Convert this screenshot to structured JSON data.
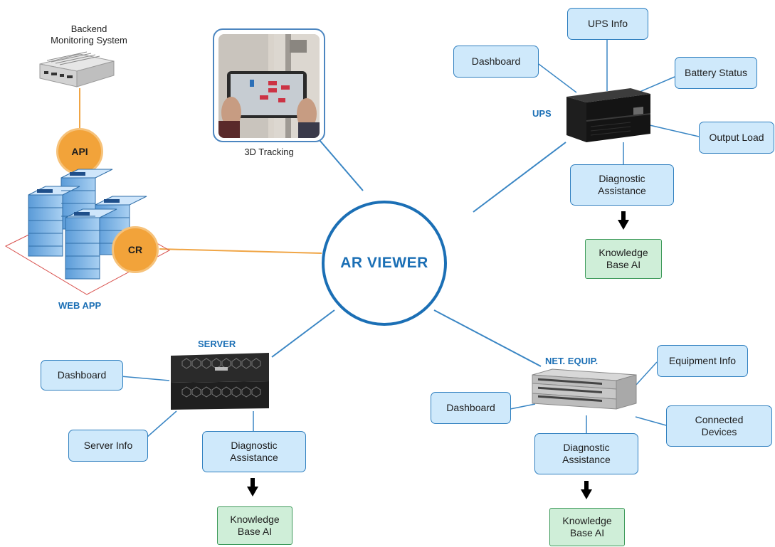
{
  "hub": {
    "label": "AR VIEWER"
  },
  "backend": {
    "label_line1": "Backend",
    "label_line2": "Monitoring System"
  },
  "api": {
    "label": "API"
  },
  "cr": {
    "label": "CR"
  },
  "webapp": {
    "label": "WEB APP"
  },
  "tracking": {
    "label": "3D Tracking"
  },
  "ups": {
    "label": "UPS",
    "dashboard": "Dashboard",
    "info": "UPS Info",
    "battery": "Battery Status",
    "output": "Output Load",
    "diag_line1": "Diagnostic",
    "diag_line2": "Assistance",
    "kb_line1": "Knowledge",
    "kb_line2": "Base AI"
  },
  "server": {
    "label": "SERVER",
    "dashboard": "Dashboard",
    "info": "Server Info",
    "diag_line1": "Diagnostic",
    "diag_line2": "Assistance",
    "kb_line1": "Knowledge",
    "kb_line2": "Base AI"
  },
  "net": {
    "label": "NET. EQUIP.",
    "dashboard": "Dashboard",
    "info": "Equipment Info",
    "connected_line1": "Connected",
    "connected_line2": "Devices",
    "diag_line1": "Diagnostic",
    "diag_line2": "Assistance",
    "kb_line1": "Knowledge",
    "kb_line2": "Base AI"
  },
  "colors": {
    "accent_blue": "#1b6fb5",
    "box_fill": "#cfe9fb",
    "kb_fill": "#cfeed8",
    "orb_orange": "#f2a33a",
    "connector_orange": "#f0a545"
  }
}
